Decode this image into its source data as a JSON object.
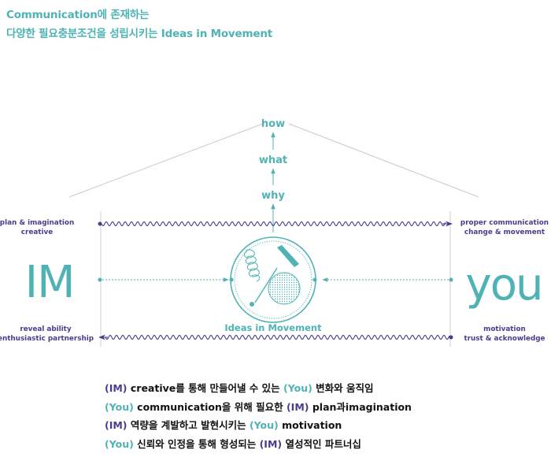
{
  "title": {
    "line1": "Communication에 존재하는",
    "line2": "다양한 필요충분조건을 성립시키는 Ideas in Movement"
  },
  "diagram": {
    "top": {
      "how": "how",
      "what": "what",
      "why": "why"
    },
    "left": {
      "big": "IM",
      "top_line1": "plan & imagination",
      "top_line2": "creative",
      "bottom_line1": "reveal ability",
      "bottom_line2": "enthusiastic partnership"
    },
    "right": {
      "big": "you",
      "top_line1": "proper communication",
      "top_line2": "change & movement",
      "bottom_line1": "motivation",
      "bottom_line2": "trust & acknowledge"
    },
    "center_caption": "Ideas in Movement",
    "colors": {
      "teal": "#4fb3b5",
      "purple": "#4b3b8f",
      "gray": "#c8c8c8"
    }
  },
  "notes": [
    {
      "a": "(IM)",
      "a_text": " creative를 통해 만들어낼 수 있는 ",
      "b": "(You)",
      "b_text": "  변화와 움직임"
    },
    {
      "a": "(You)",
      "a_text": " communication을 위해 필요한 ",
      "b": "(IM)",
      "b_text": " plan과imagination"
    },
    {
      "a": "(IM)",
      "a_text": "  역량을 계발하고 발현시키는 ",
      "b": "(You)",
      "b_text": "  motivation"
    },
    {
      "a": "(You)",
      "a_text": "  신뢰와 인정을 통해 형성되는 ",
      "b": "(IM)",
      "b_text": " 열성적인 파트너십"
    }
  ]
}
